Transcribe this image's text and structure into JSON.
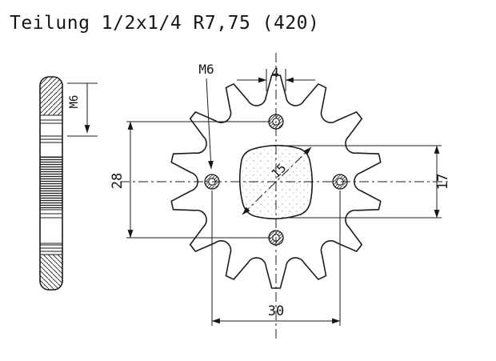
{
  "title": "Teilung 1/2x1/4 R7,75 (420)",
  "sprocket": {
    "teeth": 14
  },
  "labels": {
    "thread_side": "M6",
    "thread_top": "M6",
    "tooth_width": "4",
    "bolt_spacing_vertical": "28",
    "bore_height": "17",
    "bolt_spacing_horizontal": "30",
    "bore_diagonal": "15"
  }
}
